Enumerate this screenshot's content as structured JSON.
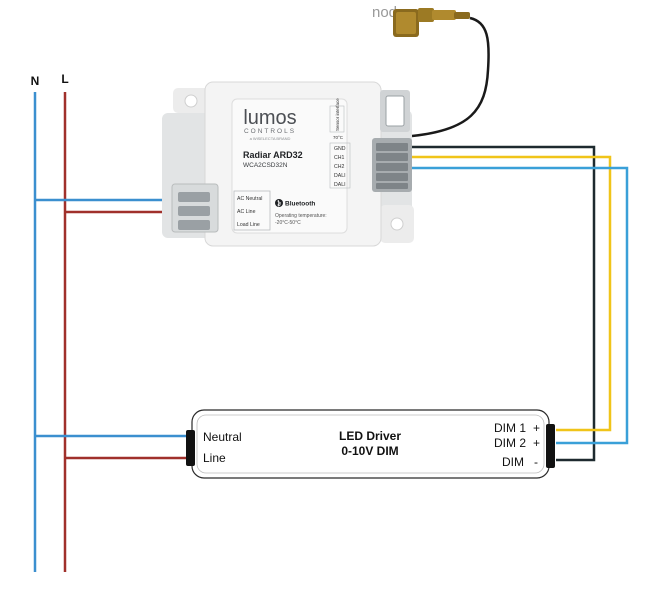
{
  "rails": {
    "n_label": "N",
    "l_label": "L"
  },
  "sensor": {
    "label": "node"
  },
  "controller": {
    "brand": "lumos",
    "brand_sub": "CONTROLS",
    "brand_tag": "a WiSELECTA BRAND",
    "model": "Radiar ARD32",
    "code": "WCA2CSD32N",
    "bluetooth": "Bluetooth",
    "temp_line1": "Operating temperature:",
    "temp_line2": "-20°C-50°C",
    "left_terminals": [
      "AC Neutral",
      "AC Line",
      "Load Line"
    ],
    "sensor_interface": "Sensor interface",
    "sensor_temp": "70°C",
    "right_terminals": [
      "GND",
      "CH1",
      "CH2",
      "DALI",
      "DALI"
    ]
  },
  "driver": {
    "title": "LED Driver",
    "subtitle": "0-10V DIM",
    "neutral": "Neutral",
    "line": "Line",
    "dim1": "DIM 1",
    "dim2": "DIM 2",
    "dim_neg": "DIM",
    "plus1": "+",
    "plus2": "+",
    "minus": "-"
  },
  "colors": {
    "neutral_wire": "#3b8fcf",
    "line_wire": "#a0302b",
    "ch1_wire": "#f0c419",
    "ch2_wire": "#3aa0d8",
    "gnd_wire": "#1e2a2f"
  }
}
